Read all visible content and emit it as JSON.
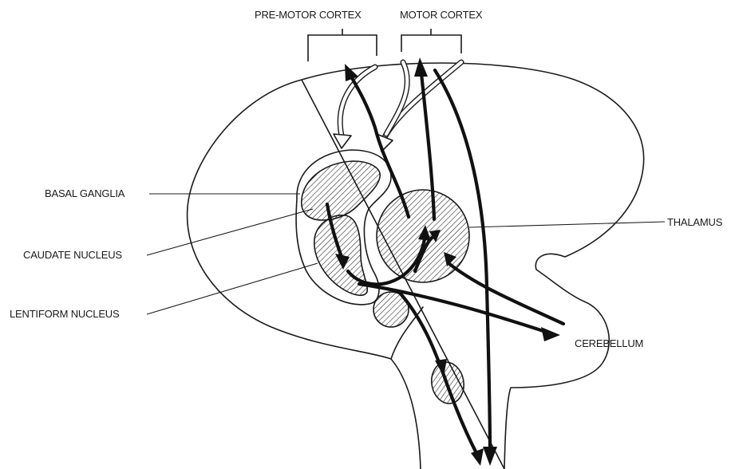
{
  "labels": {
    "premotor_cortex": "PRE-MOTOR CORTEX",
    "motor_cortex": "MOTOR CORTEX",
    "basal_ganglia": "BASAL GANGLIA",
    "caudate_nucleus": "CAUDATE NUCLEUS",
    "lentiform_nucleus": "LENTIFORM NUCLEUS",
    "thalamus": "THALAMUS",
    "cerebellum": "CEREBELLUM"
  },
  "colors": {
    "ink": "#1a1a1a",
    "background": "#ffffff"
  }
}
